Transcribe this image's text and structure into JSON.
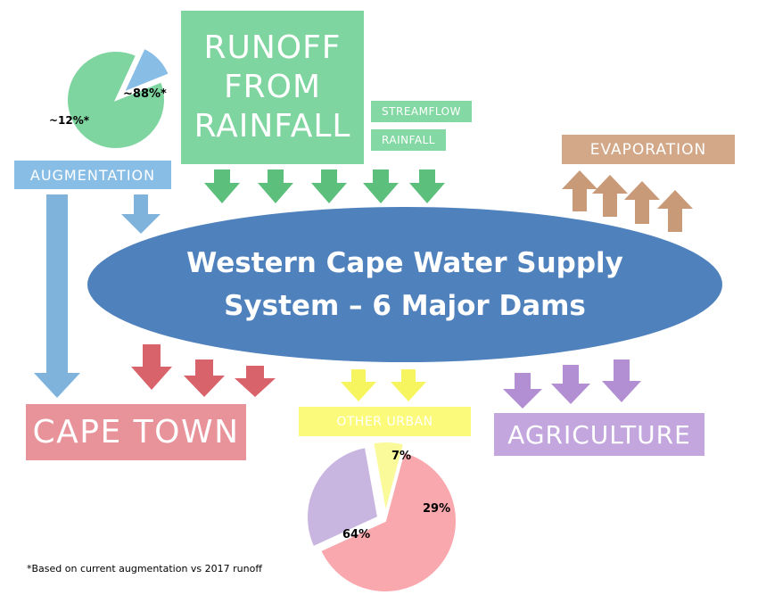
{
  "runoff": {
    "lines": [
      "RUNOFF",
      "FROM",
      "RAINFALL"
    ]
  },
  "inputs": {
    "streamflow": "STREAMFLOW",
    "rainfall": "RAINFALL"
  },
  "augmentation": {
    "label": "AUGMENTATION"
  },
  "evaporation": {
    "label": "EVAPORATION"
  },
  "dams": {
    "title_line1": "Western Cape Water Supply",
    "title_line2": "System – 6 Major Dams"
  },
  "outputs": {
    "cape_town": "CAPE TOWN",
    "other_urban": "OTHER URBAN",
    "agriculture": "AGRICULTURE"
  },
  "footnote": "*Based on current augmentation vs 2017 runoff",
  "colors": {
    "runoff": "#7fd5a0",
    "augmentation": "#88bde6",
    "evaporation": "#d2a888",
    "dams": "#4f81bd",
    "cape_town": "#e8939a",
    "other_urban": "#fbfa7a",
    "agriculture": "#c3a6dd",
    "arrow_runoff": "#5cbf7c",
    "arrow_augmentation": "#7fb3dc",
    "arrow_evaporation": "#c99a78",
    "arrow_cape_town": "#d9636b",
    "arrow_other_urban": "#f6f560",
    "arrow_agriculture": "#b28fd2"
  },
  "chart_data": [
    {
      "type": "pie",
      "title": "",
      "slices": [
        {
          "label": "~88%*",
          "value": 88,
          "color": "#7fd5a0"
        },
        {
          "label": "~12%*",
          "value": 12,
          "color": "#88bde6"
        }
      ]
    },
    {
      "type": "pie",
      "title": "",
      "slices": [
        {
          "label": "64%",
          "value": 64,
          "color": "#f9a8ae"
        },
        {
          "label": "29%",
          "value": 29,
          "color": "#c9b6e0"
        },
        {
          "label": "7%",
          "value": 7,
          "color": "#fbfa9a"
        }
      ]
    }
  ]
}
